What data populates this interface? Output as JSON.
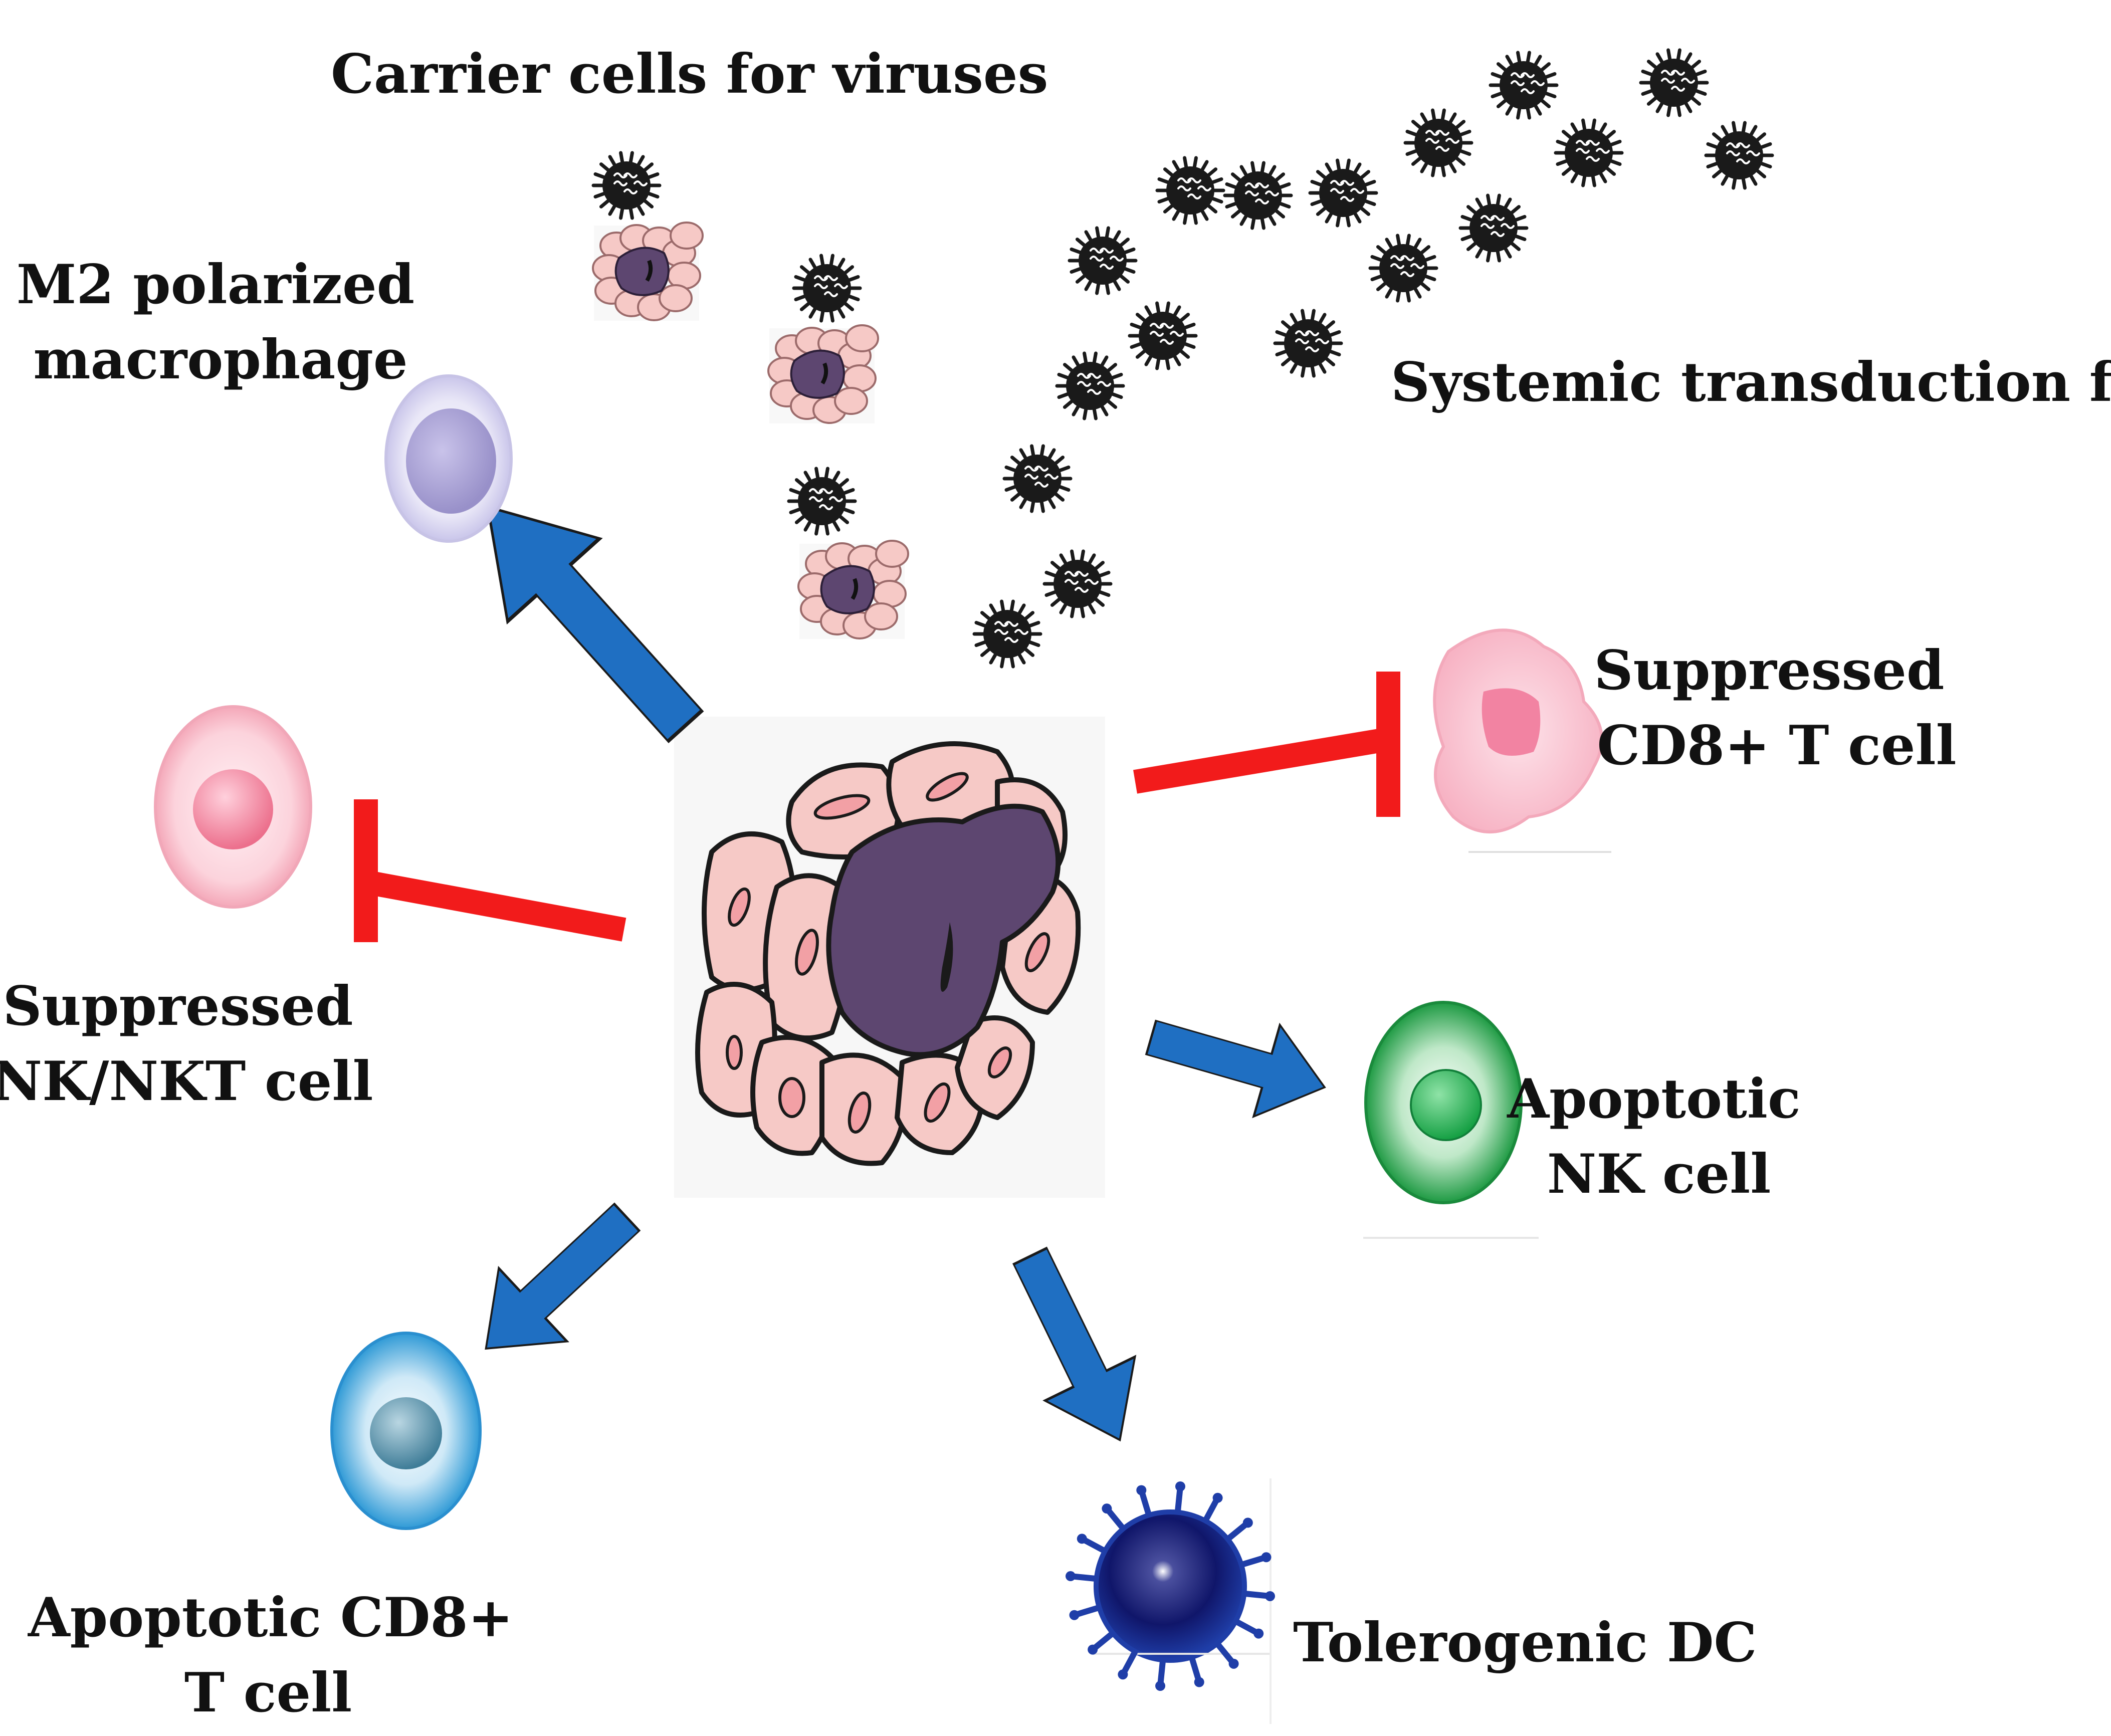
{
  "labels": {
    "carrier": "Carrier cells for viruses",
    "systemic": "Systemic transduction for viruses",
    "m2_line1": "M2 polarized",
    "m2_line2": "macrophage",
    "nknkt_line1": "Suppressed",
    "nknkt_line2": "NK/NKT cell",
    "cd8_sup_line1": "Suppressed",
    "cd8_sup_line2": "CD8+ T cell",
    "apop_nk_line1": "Apoptotic",
    "apop_nk_line2": "NK cell",
    "apop_cd8_line1": "Apoptotic CD8+",
    "apop_cd8_line2": "T cell",
    "dc": "Tolerogenic DC"
  },
  "colors": {
    "promote_arrow": "#1f6fc2",
    "inhibit_bar": "#f21b1b",
    "tumor": "#5d4670",
    "normal_cell": "#f6c9c6",
    "virus": "#1a1a1a",
    "macrophage": "#b8b3de",
    "nk_nkt": "#f48fa6",
    "cd8_suppressed": "#f7b7c8",
    "nk_apoptotic": "#1fa048",
    "cd8_apoptotic": "#2f9ad6",
    "dc": "#14288a"
  }
}
